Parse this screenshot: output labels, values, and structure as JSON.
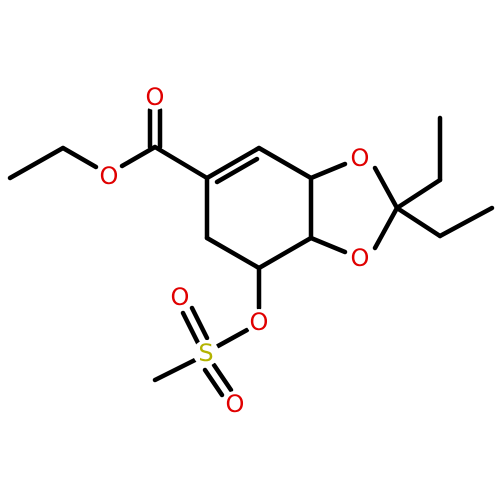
{
  "molecule": {
    "atoms": {
      "o_carbonyl": "O",
      "o_ester": "O",
      "o_ring_top": "O",
      "o_ring_bottom": "O",
      "o_mesyl": "O",
      "s_mesyl": "S",
      "o_sulfonyl_1": "O",
      "o_sulfonyl_2": "O"
    }
  },
  "colors": {
    "bond": "#000000",
    "oxygen": "#e00000",
    "sulfur": "#b3b300",
    "background": "#ffffff"
  }
}
